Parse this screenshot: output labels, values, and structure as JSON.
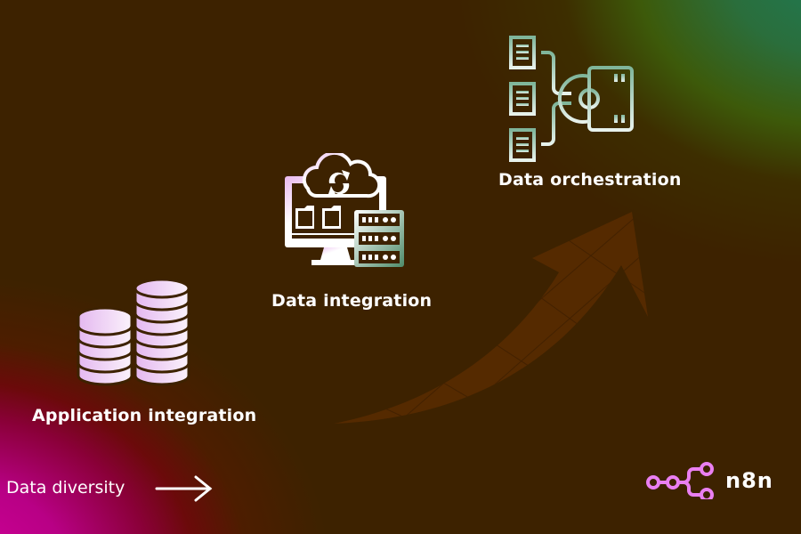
{
  "stages": [
    {
      "id": "application",
      "label": "Application integration",
      "icon": "database-stack-icon"
    },
    {
      "id": "integration",
      "label": "Data integration",
      "icon": "cloud-sync-monitor-server-icon"
    },
    {
      "id": "orchestration",
      "label": "Data orchestration",
      "icon": "orchestration-documents-server-icon"
    }
  ],
  "footer": {
    "axis_label": "Data diversity",
    "axis_arrow_icon": "arrow-right-icon"
  },
  "brand": {
    "name": "n8n",
    "logo_icon": "n8n-nodes-icon",
    "logo_color": "#ea7ff2"
  },
  "colors": {
    "background": "#3d2200",
    "growth_arrow": "#552a00",
    "orchestration_icon": "#8fbfa8",
    "database_icon": "#f0d4f5",
    "accent_green": "#1e7a55",
    "accent_pink": "#d4009c"
  }
}
